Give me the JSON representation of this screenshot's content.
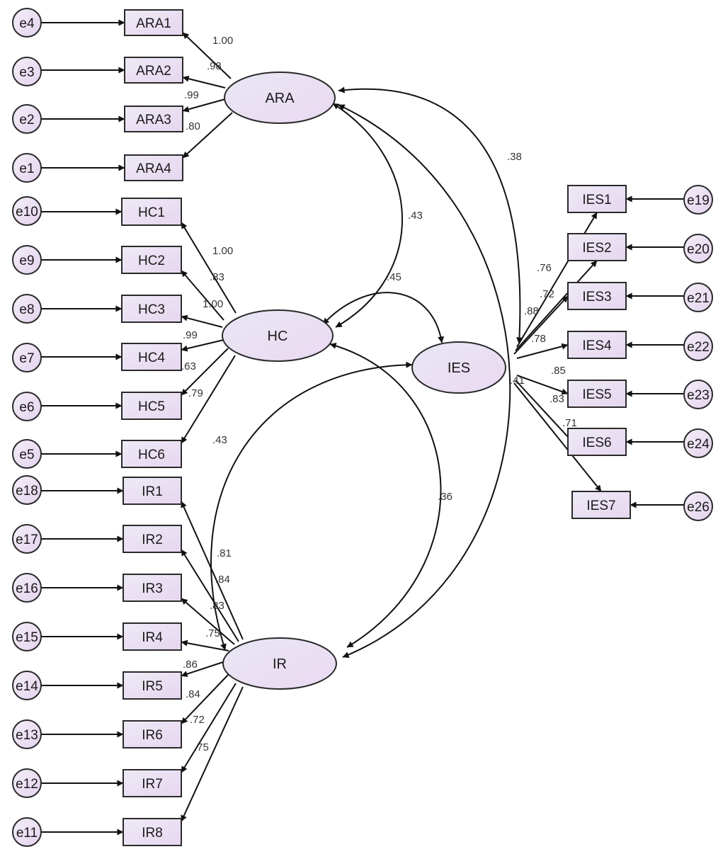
{
  "errors": [
    {
      "id": "e4",
      "label": "e4",
      "target": "ARA1"
    },
    {
      "id": "e3",
      "label": "e3",
      "target": "ARA2"
    },
    {
      "id": "e2",
      "label": "e2",
      "target": "ARA3"
    },
    {
      "id": "e1",
      "label": "e1",
      "target": "ARA4"
    },
    {
      "id": "e10",
      "label": "e10",
      "target": "HC1"
    },
    {
      "id": "e9",
      "label": "e9",
      "target": "HC2"
    },
    {
      "id": "e8",
      "label": "e8",
      "target": "HC3"
    },
    {
      "id": "e7",
      "label": "e7",
      "target": "HC4"
    },
    {
      "id": "e6",
      "label": "e6",
      "target": "HC5"
    },
    {
      "id": "e5",
      "label": "e5",
      "target": "HC6"
    },
    {
      "id": "e18",
      "label": "e18",
      "target": "IR1"
    },
    {
      "id": "e17",
      "label": "e17",
      "target": "IR2"
    },
    {
      "id": "e16",
      "label": "e16",
      "target": "IR3"
    },
    {
      "id": "e15",
      "label": "e15",
      "target": "IR4"
    },
    {
      "id": "e14",
      "label": "e14",
      "target": "IR5"
    },
    {
      "id": "e13",
      "label": "e13",
      "target": "IR6"
    },
    {
      "id": "e12",
      "label": "e12",
      "target": "IR7"
    },
    {
      "id": "e11",
      "label": "e11",
      "target": "IR8"
    },
    {
      "id": "e19",
      "label": "e19",
      "target": "IES1"
    },
    {
      "id": "e20",
      "label": "e20",
      "target": "IES2"
    },
    {
      "id": "e21",
      "label": "e21",
      "target": "IES3"
    },
    {
      "id": "e22",
      "label": "e22",
      "target": "IES4"
    },
    {
      "id": "e23",
      "label": "e23",
      "target": "IES5"
    },
    {
      "id": "e24",
      "label": "e24",
      "target": "IES6"
    },
    {
      "id": "e26",
      "label": "e26",
      "target": "IES7"
    }
  ],
  "observed": [
    {
      "id": "ARA1",
      "label": "ARA1"
    },
    {
      "id": "ARA2",
      "label": "ARA2"
    },
    {
      "id": "ARA3",
      "label": "ARA3"
    },
    {
      "id": "ARA4",
      "label": "ARA4"
    },
    {
      "id": "HC1",
      "label": "HC1"
    },
    {
      "id": "HC2",
      "label": "HC2"
    },
    {
      "id": "HC3",
      "label": "HC3"
    },
    {
      "id": "HC4",
      "label": "HC4"
    },
    {
      "id": "HC5",
      "label": "HC5"
    },
    {
      "id": "HC6",
      "label": "HC6"
    },
    {
      "id": "IR1",
      "label": "IR1"
    },
    {
      "id": "IR2",
      "label": "IR2"
    },
    {
      "id": "IR3",
      "label": "IR3"
    },
    {
      "id": "IR4",
      "label": "IR4"
    },
    {
      "id": "IR5",
      "label": "IR5"
    },
    {
      "id": "IR6",
      "label": "IR6"
    },
    {
      "id": "IR7",
      "label": "IR7"
    },
    {
      "id": "IR8",
      "label": "IR8"
    },
    {
      "id": "IES1",
      "label": "IES1"
    },
    {
      "id": "IES2",
      "label": "IES2"
    },
    {
      "id": "IES3",
      "label": "IES3"
    },
    {
      "id": "IES4",
      "label": "IES4"
    },
    {
      "id": "IES5",
      "label": "IES5"
    },
    {
      "id": "IES6",
      "label": "IES6"
    },
    {
      "id": "IES7",
      "label": "IES7"
    }
  ],
  "latents": [
    {
      "id": "ARA",
      "label": "ARA"
    },
    {
      "id": "HC",
      "label": "HC"
    },
    {
      "id": "IES",
      "label": "IES"
    },
    {
      "id": "IR",
      "label": "IR"
    }
  ],
  "loadings": [
    {
      "from": "ARA",
      "to": "ARA1",
      "value": "1.00"
    },
    {
      "from": "ARA",
      "to": "ARA2",
      "value": ".98"
    },
    {
      "from": "ARA",
      "to": "ARA3",
      "value": ".99"
    },
    {
      "from": "ARA",
      "to": "ARA4",
      "value": ".80"
    },
    {
      "from": "HC",
      "to": "HC1",
      "value": "1.00"
    },
    {
      "from": "HC",
      "to": "HC2",
      "value": ".83"
    },
    {
      "from": "HC",
      "to": "HC3",
      "value": "1.00"
    },
    {
      "from": "HC",
      "to": "HC4",
      "value": ".99"
    },
    {
      "from": "HC",
      "to": "HC5",
      "value": ".63"
    },
    {
      "from": "HC",
      "to": "HC6",
      "value": ".79"
    },
    {
      "from": "IR",
      "to": "IR1",
      "value": ".81"
    },
    {
      "from": "IR",
      "to": "IR2",
      "value": ".84"
    },
    {
      "from": "IR",
      "to": "IR3",
      "value": ".83"
    },
    {
      "from": "IR",
      "to": "IR4",
      "value": ".75"
    },
    {
      "from": "IR",
      "to": "IR5",
      "value": ".86"
    },
    {
      "from": "IR",
      "to": "IR6",
      "value": ".84"
    },
    {
      "from": "IR",
      "to": "IR7",
      "value": ".72"
    },
    {
      "from": "IR",
      "to": "IR8",
      "value": ".75"
    },
    {
      "from": "IES",
      "to": "IES1",
      "value": ".76"
    },
    {
      "from": "IES",
      "to": "IES2",
      "value": ".72"
    },
    {
      "from": "IES",
      "to": "IES3",
      "value": ".88"
    },
    {
      "from": "IES",
      "to": "IES4",
      "value": ".78"
    },
    {
      "from": "IES",
      "to": "IES5",
      "value": ".85"
    },
    {
      "from": "IES",
      "to": "IES6",
      "value": ".83"
    },
    {
      "from": "IES",
      "to": "IES7",
      "value": ".71"
    }
  ],
  "covariances": [
    {
      "id": "ARA-IES",
      "a": "ARA",
      "b": "IES",
      "value": ".38"
    },
    {
      "id": "ARA-HC",
      "a": "ARA",
      "b": "HC",
      "value": ".43"
    },
    {
      "id": "HC-IES",
      "a": "HC",
      "b": "IES",
      "value": ".45"
    },
    {
      "id": "IES-IR",
      "a": "IES",
      "b": "IR",
      "value": ".43"
    },
    {
      "id": "HC-IR",
      "a": "HC",
      "b": "IR",
      "value": ".36"
    },
    {
      "id": "ARA-IR",
      "a": "ARA",
      "b": "IR",
      "value": ".41"
    }
  ],
  "colors": {
    "node_fill_light": "#f1eef8",
    "node_fill_dark": "#e2d7ef",
    "stroke": "#2a2a2a"
  }
}
